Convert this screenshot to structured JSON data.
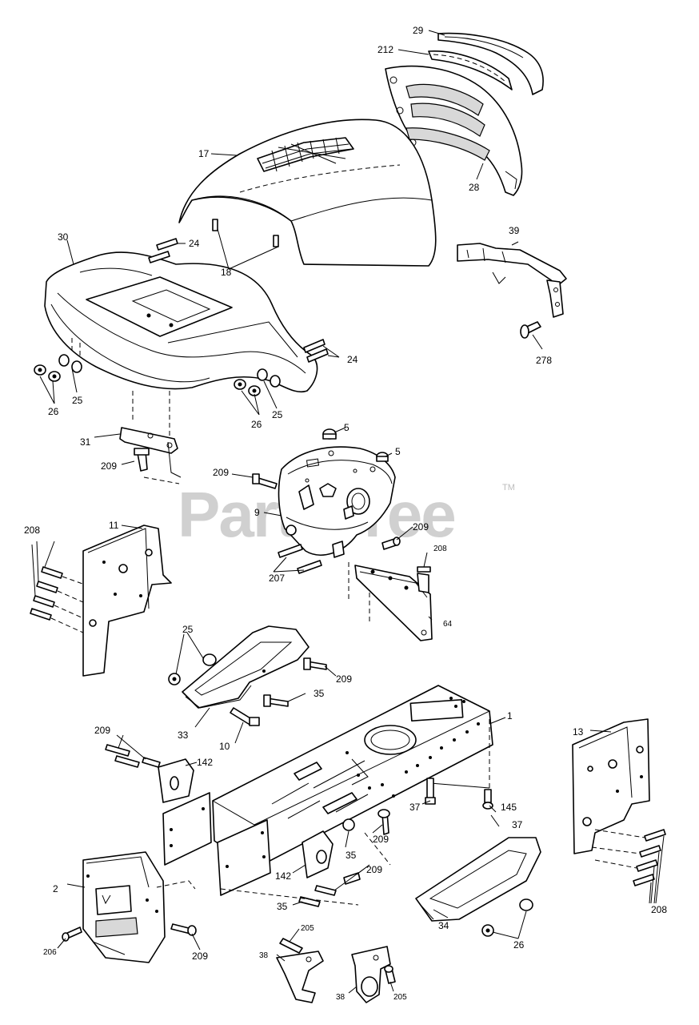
{
  "watermark": {
    "text": "PartsTree",
    "tm": "TM"
  },
  "callouts": [
    "29",
    "212",
    "17",
    "28",
    "30",
    "24",
    "18",
    "39",
    "24",
    "278",
    "25",
    "26",
    "26",
    "25",
    "5",
    "5",
    "31",
    "209",
    "209",
    "9",
    "209",
    "208",
    "11",
    "207",
    "208",
    "64",
    "25",
    "209",
    "35",
    "33",
    "10",
    "1",
    "13",
    "209",
    "142",
    "37",
    "145",
    "37",
    "209",
    "35",
    "142",
    "209",
    "2",
    "35",
    "34",
    "26",
    "208",
    "205",
    "206",
    "209",
    "38",
    "38",
    "205"
  ]
}
